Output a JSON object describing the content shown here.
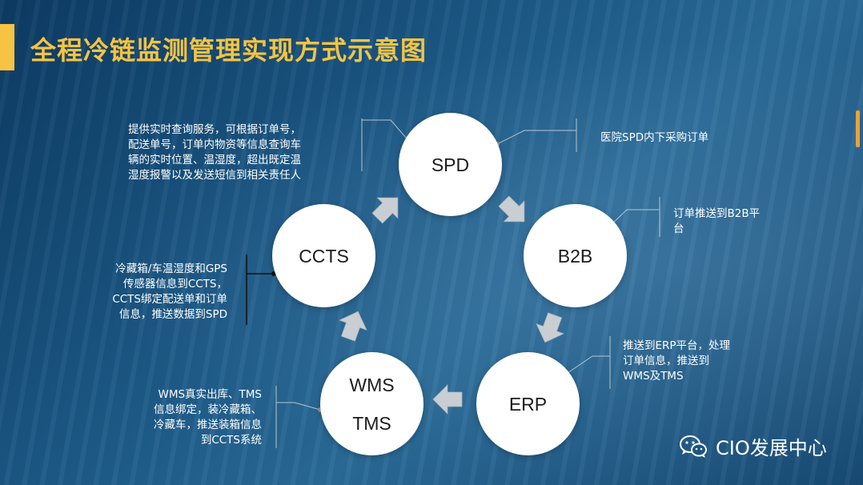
{
  "title": "全程冷链监测管理实现方式示意图",
  "nodes": {
    "spd": "SPD",
    "b2b": "B2B",
    "erp": "ERP",
    "wms": "WMS",
    "tms": "TMS",
    "ccts": "CCTS"
  },
  "notes": {
    "spd_left": [
      "提供实时查询服务，可根据订单号，",
      "配送单号，订单内物资等信息查询车",
      "辆的实时位置、温湿度，超出既定温",
      "湿度报警以及发送短信到相关责任人"
    ],
    "spd_right": [
      "医院SPD内下采购订单"
    ],
    "b2b": [
      "订单推送到B2B平",
      "台"
    ],
    "erp": [
      "推送到ERP平台，处理",
      "订单信息，推送到",
      "WMS及TMS"
    ],
    "wms_tms": [
      "WMS真实出库、TMS",
      "信息绑定，装冷藏箱、",
      "冷藏车，推送装箱信息",
      "到CCTS系统"
    ],
    "ccts": [
      "冷藏箱/车温湿度和GPS",
      "传感器信息到CCTS，",
      "CCTS绑定配送单和订单",
      "信息，推送数据到SPD"
    ]
  },
  "brand": "CIO发展中心",
  "icons": [
    "arrow-icon",
    "wechat-icon"
  ],
  "colors": {
    "accent": "#f6c342",
    "node_fill": "#ffffff",
    "arrow": "#c9ced3",
    "leader": "#b8c4d0",
    "background": "#1a5683"
  }
}
